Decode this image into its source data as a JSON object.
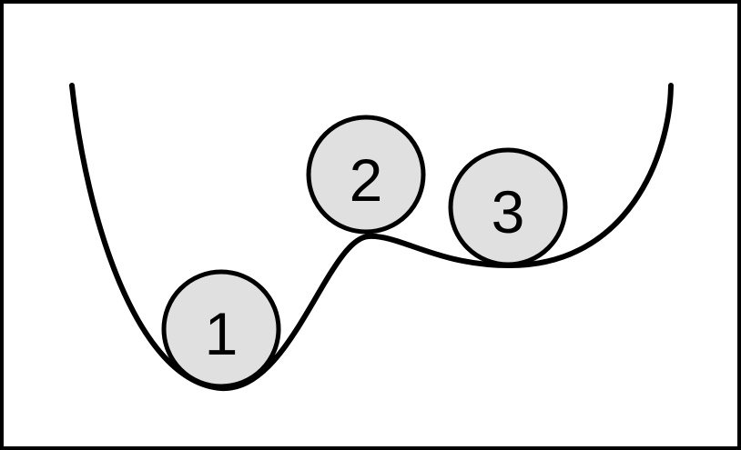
{
  "balls": [
    {
      "label": "1"
    },
    {
      "label": "2"
    },
    {
      "label": "3"
    }
  ],
  "colors": {
    "ball_fill": "#e0e0e0",
    "stroke": "#000000",
    "background": "#ffffff"
  }
}
